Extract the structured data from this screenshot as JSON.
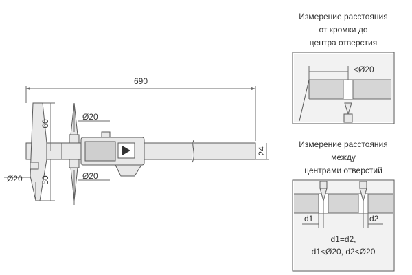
{
  "main_drawing": {
    "length_label": "690",
    "jaw_upper_label": "60",
    "jaw_lower_label": "50",
    "beam_height_label": "24",
    "tip_upper_label": "Ø20",
    "tip_lower_label": "Ø20",
    "tip_left_label": "Ø20"
  },
  "panel_edge": {
    "caption_line1": "Измерение расстояния",
    "caption_line2": "от кромки до",
    "caption_line3": "центра отверстия",
    "diameter_label": "<Ø20"
  },
  "panel_centers": {
    "caption_line1": "Измерение расстояния",
    "caption_line2": "между",
    "caption_line3": "центрами отверстий",
    "d1_label": "d1",
    "d2_label": "d2",
    "formula_line1": "d1=d2,",
    "formula_line2": "d1<Ø20, d2<Ø20"
  }
}
